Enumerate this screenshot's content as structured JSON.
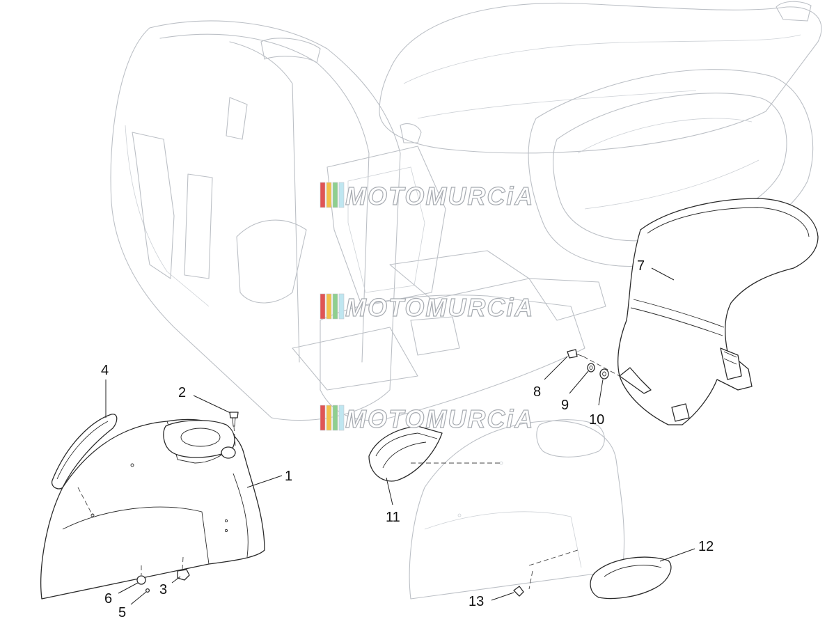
{
  "watermark": {
    "text": "MOTOMURCiA",
    "stripe_colors": [
      "#e05555",
      "#f2c24b",
      "#8fcf8f",
      "#bfe6f0"
    ]
  },
  "callouts": [
    {
      "id": "1",
      "label": "1"
    },
    {
      "id": "2",
      "label": "2"
    },
    {
      "id": "3",
      "label": "3"
    },
    {
      "id": "4",
      "label": "4"
    },
    {
      "id": "5",
      "label": "5"
    },
    {
      "id": "6",
      "label": "6"
    },
    {
      "id": "7",
      "label": "7"
    },
    {
      "id": "8",
      "label": "8"
    },
    {
      "id": "9",
      "label": "9"
    },
    {
      "id": "10",
      "label": "10"
    },
    {
      "id": "11",
      "label": "11"
    },
    {
      "id": "12",
      "label": "12"
    },
    {
      "id": "13",
      "label": "13"
    }
  ]
}
